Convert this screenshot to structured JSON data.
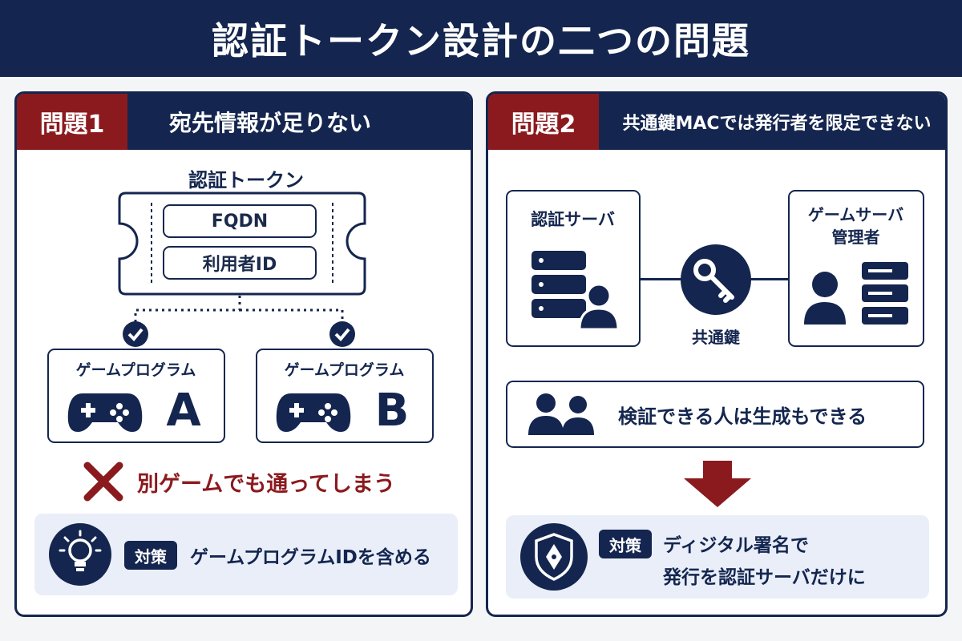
{
  "title": "認証トークン設計の二つの問題",
  "colors": {
    "navy": "#14264f",
    "accent_red": "#8b1a1e",
    "light_panel": "#e9eef8",
    "background": "#f4f5f7"
  },
  "problem1": {
    "badge": "問題1",
    "title": "宛先情報が足りない",
    "token_label": "認証トークン",
    "token_fields": [
      "FQDN",
      "利用者ID"
    ],
    "programs": [
      {
        "label": "ゲームプログラム",
        "letter": "A",
        "icon": "gamepad-icon"
      },
      {
        "label": "ゲームプログラム",
        "letter": "B",
        "icon": "gamepad-icon"
      }
    ],
    "warning": "別ゲームでも通ってしまう",
    "solution": {
      "tag": "対策",
      "text": "ゲームプログラムIDを含める",
      "icon": "lightbulb-icon"
    }
  },
  "problem2": {
    "badge": "問題2",
    "title": "共通鍵MACでは発行者を限定できない",
    "auth_server_label": "認証サーバ",
    "game_admin_label_line1": "ゲームサーバ",
    "game_admin_label_line2": "管理者",
    "key_label": "共通鍵",
    "note": "検証できる人は生成もできる",
    "solution": {
      "tag": "対策",
      "line1": "ディジタル署名で",
      "line2": "発行を認証サーバだけに",
      "icon": "shield-pen-icon"
    }
  }
}
